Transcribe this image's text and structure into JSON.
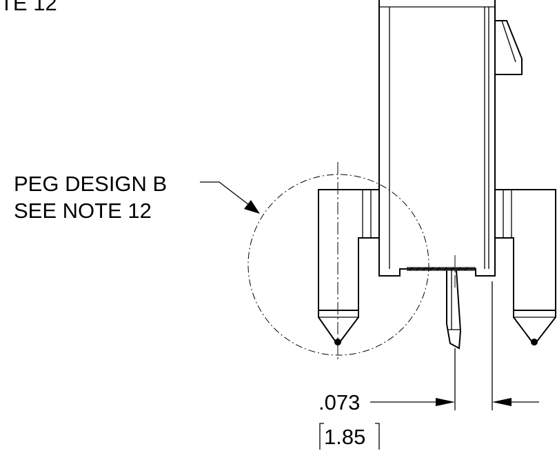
{
  "notes": {
    "top_fragment": "TE 12",
    "callout_line1": "PEG DESIGN B",
    "callout_line2": "SEE NOTE 12"
  },
  "dimension": {
    "inch_value": ".073",
    "mm_value": "1.85"
  }
}
